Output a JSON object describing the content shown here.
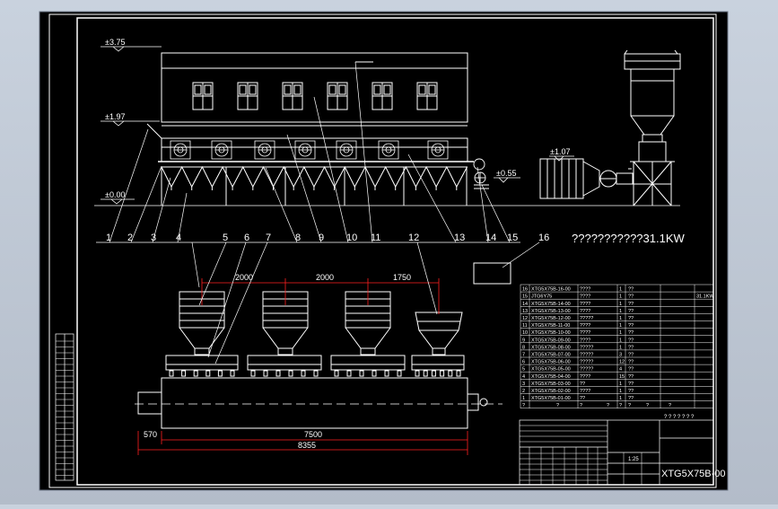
{
  "elevations": {
    "e1": "±3.75",
    "e2": "±1.97",
    "e3": "±0.00",
    "e4": "±1.07",
    "e5": "±0.55"
  },
  "callouts": [
    "1",
    "2",
    "3",
    "4",
    "5",
    "6",
    "7",
    "8",
    "9",
    "10",
    "11",
    "12",
    "13",
    "14",
    "15",
    "16"
  ],
  "power_note": "???????????31.1KW",
  "dims": {
    "d1": "2000",
    "d2": "2000",
    "d3": "1750",
    "d4": "570",
    "d5": "7500",
    "d6": "8355"
  },
  "parts_table": {
    "right_note": "31.1KW",
    "rows": [
      {
        "no": "16",
        "code": "XTG5X75B-16-00",
        "name": "????",
        "qty": "1",
        "mat": "??"
      },
      {
        "no": "15",
        "code": "JTG6Y75",
        "name": "????",
        "qty": "1",
        "mat": "??"
      },
      {
        "no": "14",
        "code": "XTG5X75B-14-00",
        "name": "????",
        "qty": "1",
        "mat": "??"
      },
      {
        "no": "13",
        "code": "XTG5X75B-13-00",
        "name": "????",
        "qty": "1",
        "mat": "??"
      },
      {
        "no": "12",
        "code": "XTG5X75B-12-00",
        "name": "?????",
        "qty": "1",
        "mat": "??"
      },
      {
        "no": "11",
        "code": "XTG5X75B-11-00",
        "name": "????",
        "qty": "1",
        "mat": "??"
      },
      {
        "no": "10",
        "code": "XTG5X75B-10-00",
        "name": "????",
        "qty": "1",
        "mat": "??"
      },
      {
        "no": "9",
        "code": "XTG5X75B-09-00",
        "name": "????",
        "qty": "1",
        "mat": "??"
      },
      {
        "no": "8",
        "code": "XTG5X75B-08-00",
        "name": "?????",
        "qty": "1",
        "mat": "??"
      },
      {
        "no": "7",
        "code": "XTG5X75B-07-00",
        "name": "?????",
        "qty": "3",
        "mat": "??"
      },
      {
        "no": "6",
        "code": "XTG5X75B-06-00",
        "name": "?????",
        "qty": "12",
        "mat": "??"
      },
      {
        "no": "5",
        "code": "XTG5X75B-05-00",
        "name": "?????",
        "qty": "4",
        "mat": "??"
      },
      {
        "no": "4",
        "code": "XTG5X75B-04-00",
        "name": "????",
        "qty": "15",
        "mat": "??"
      },
      {
        "no": "3",
        "code": "XTG5X75B-03-00",
        "name": "??",
        "qty": "1",
        "mat": "??"
      },
      {
        "no": "2",
        "code": "XTG5X75B-02-00",
        "name": "????",
        "qty": "1",
        "mat": "??"
      },
      {
        "no": "1",
        "code": "XTG5X75B-01-00",
        "name": "??",
        "qty": "1",
        "mat": "??"
      }
    ],
    "header": [
      "?",
      "?",
      "?",
      "?",
      "?",
      "?",
      "?",
      "?"
    ]
  },
  "title_block": {
    "drawing_no": "XTG5X75B-00",
    "qmarks": "? ? ? ? ? ? ?",
    "scale": "1:25"
  }
}
